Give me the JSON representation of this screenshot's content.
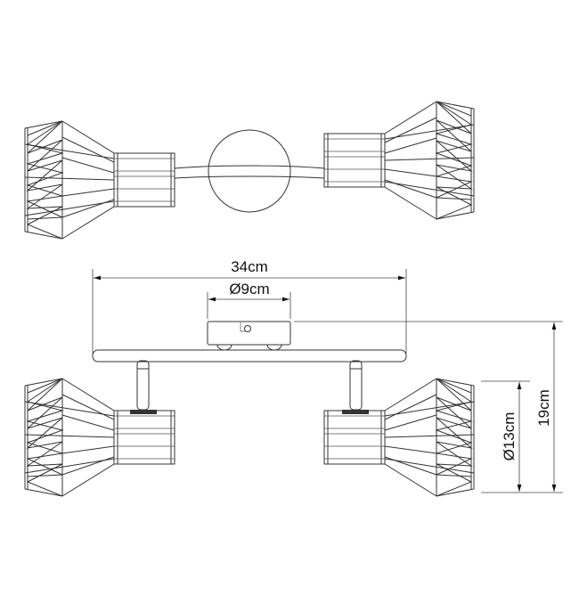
{
  "title": "Spotlight fixture dimension drawing",
  "dimensions": {
    "width_label": "34cm",
    "canopy_label": "Ø9cm",
    "height_label": "19cm",
    "shade_label": "Ø13cm"
  },
  "colors": {
    "line": "#333333",
    "background": "#ffffff"
  }
}
